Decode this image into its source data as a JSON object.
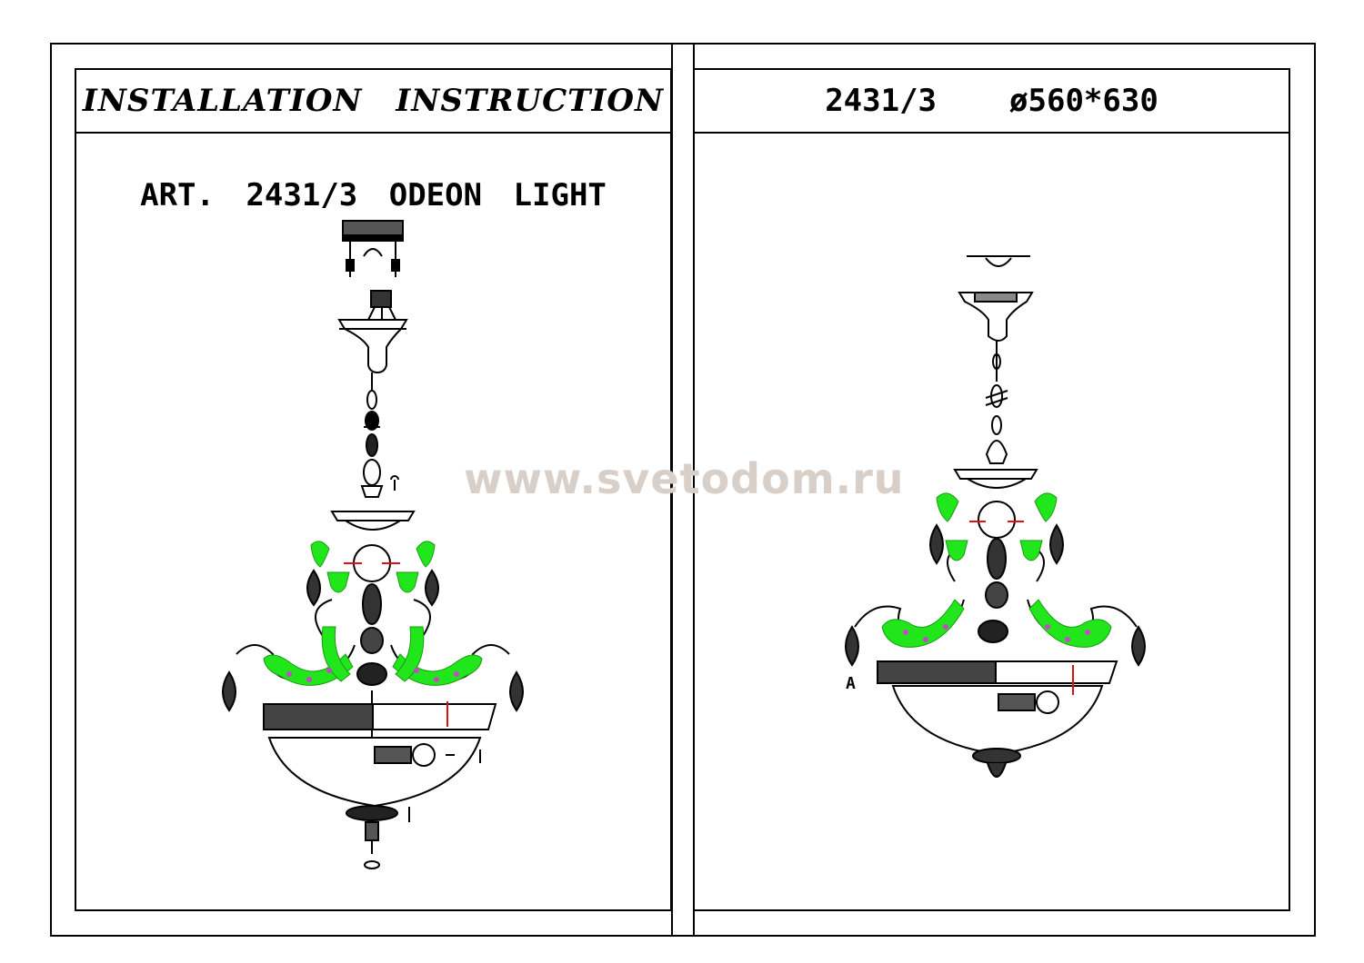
{
  "left_panel": {
    "header_title": "INSTALLATION INSTRUCTION",
    "art_line": "ART. 2431/3 ODEON LIGHT"
  },
  "right_panel": {
    "model": "2431/3",
    "dimensions": "ø560*630",
    "callout_label": "A"
  },
  "watermark": "www.svetodom.ru",
  "colors": {
    "arm_accent": "#22e61c",
    "crystal_dots": "#cc44cc",
    "wire_red": "#dd1111",
    "line": "#000000"
  }
}
